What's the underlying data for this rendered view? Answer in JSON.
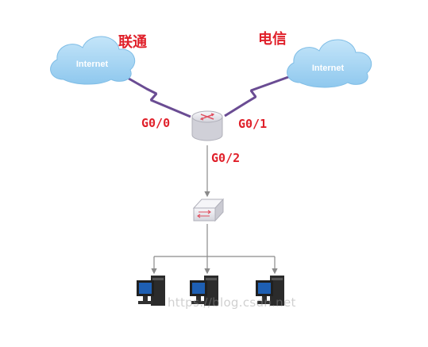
{
  "colors": {
    "label_red": "#e0202a",
    "cloud_fill": "#a5d5f2",
    "cloud_edge": "#7fbde6",
    "link_purple": "#6a4c93",
    "wire_gray": "#8a8a8a",
    "device_body": "#e7e7ec",
    "device_arrows": "#e05060",
    "pc_screen": "#1e5fb3"
  },
  "clouds": [
    {
      "id": "left",
      "text": "Internet",
      "isp_label": "联通"
    },
    {
      "id": "right",
      "text": "Internet",
      "isp_label": "电信"
    }
  ],
  "router": {
    "icon": "router-icon",
    "ports": {
      "left": "G0/0",
      "right": "G0/1",
      "down": "G0/2"
    }
  },
  "switch": {
    "icon": "switch-icon"
  },
  "hosts": [
    {
      "icon": "pc-icon"
    },
    {
      "icon": "pc-icon"
    },
    {
      "icon": "pc-icon"
    }
  ],
  "watermark": "https://blog.csdn.net"
}
